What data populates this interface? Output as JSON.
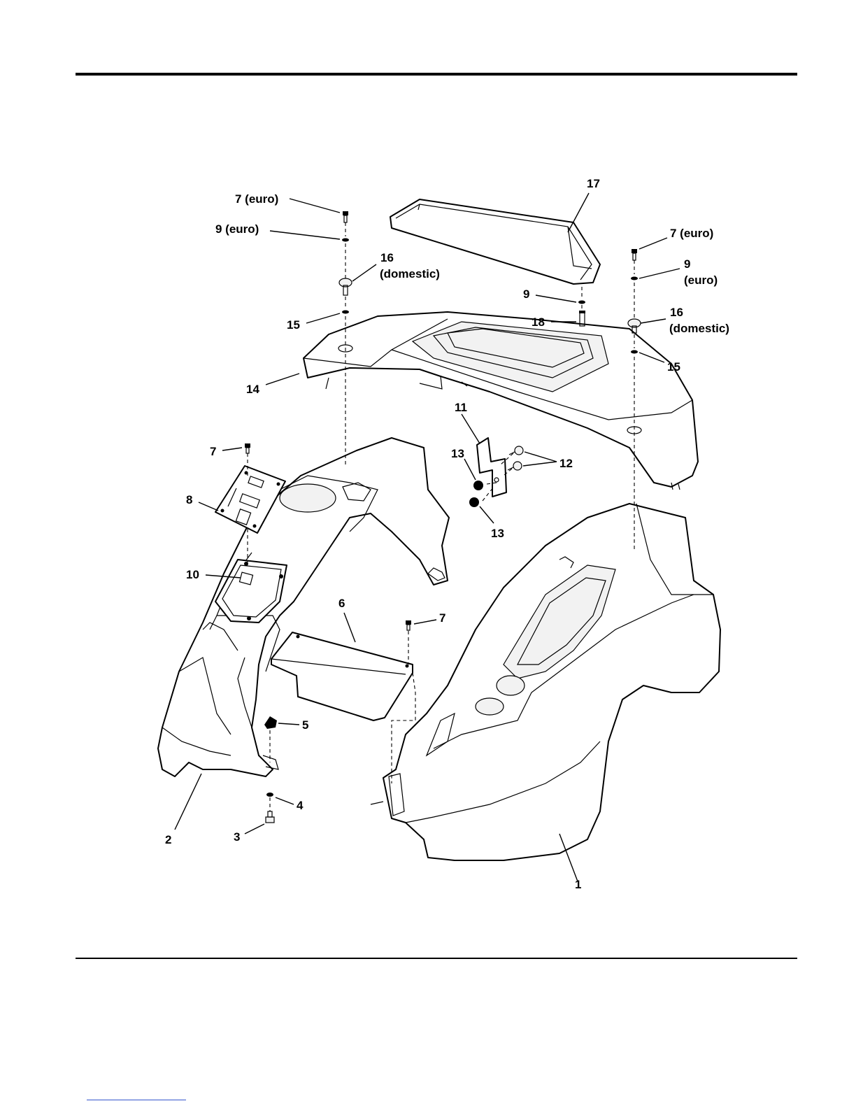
{
  "callouts": [
    {
      "id": "c7a",
      "text": "7  (euro)"
    },
    {
      "id": "c9a",
      "text": "9  (euro)"
    },
    {
      "id": "c16a1",
      "text": "16"
    },
    {
      "id": "c16a2",
      "text": "(domestic)"
    },
    {
      "id": "c15a",
      "text": "15"
    },
    {
      "id": "c14",
      "text": "14"
    },
    {
      "id": "c17",
      "text": "17"
    },
    {
      "id": "c9b",
      "text": "9"
    },
    {
      "id": "c18",
      "text": "18"
    },
    {
      "id": "c7b",
      "text": "7  (euro)"
    },
    {
      "id": "c9c1",
      "text": "9"
    },
    {
      "id": "c9c2",
      "text": "(euro)"
    },
    {
      "id": "c16b1",
      "text": "16"
    },
    {
      "id": "c16b2",
      "text": "(domestic)"
    },
    {
      "id": "c15b",
      "text": "15"
    },
    {
      "id": "c11",
      "text": "11"
    },
    {
      "id": "c12",
      "text": "12"
    },
    {
      "id": "c13a",
      "text": "13"
    },
    {
      "id": "c13b",
      "text": "13"
    },
    {
      "id": "c7c",
      "text": "7"
    },
    {
      "id": "c8",
      "text": "8"
    },
    {
      "id": "c10",
      "text": "10"
    },
    {
      "id": "c6",
      "text": "6"
    },
    {
      "id": "c7d",
      "text": "7"
    },
    {
      "id": "c5",
      "text": "5"
    },
    {
      "id": "c4",
      "text": "4"
    },
    {
      "id": "c3",
      "text": "3"
    },
    {
      "id": "c2",
      "text": "2"
    },
    {
      "id": "c1",
      "text": "1"
    }
  ]
}
